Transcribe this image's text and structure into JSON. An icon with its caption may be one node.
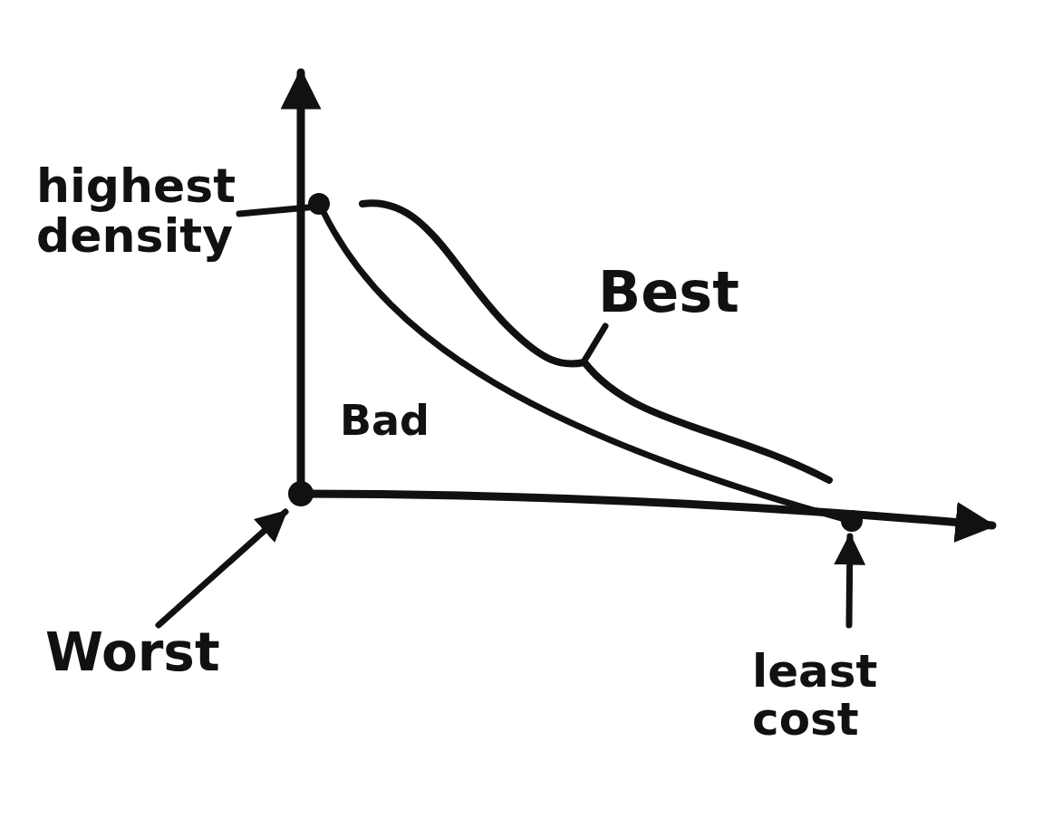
{
  "diagram": {
    "nodes": [
      {
        "text": [
          "highest density"
        ]
      },
      {
        "text": [],
        "shape": "circle"
      },
      {
        "text": [
          "Best"
        ]
      },
      {
        "text": [],
        "shape": "circle"
      },
      {
        "text": [
          "Worst"
        ]
      },
      {
        "text": [],
        "shape": "circle"
      },
      {
        "text": [
          "least cost"
        ]
      }
    ],
    "edges": [
      {
        "from": 0,
        "to": 1,
        "arrow": "none"
      },
      {
        "from": 2,
        "to": null,
        "arrow": "none"
      },
      {
        "from": 4,
        "to": 3,
        "arrow": "to"
      },
      {
        "from": 6,
        "to": 5,
        "arrow": "to"
      },
      {
        "from": 1,
        "to": 5,
        "arrow": "none"
      }
    ],
    "labels": [
      "Bad"
    ]
  }
}
